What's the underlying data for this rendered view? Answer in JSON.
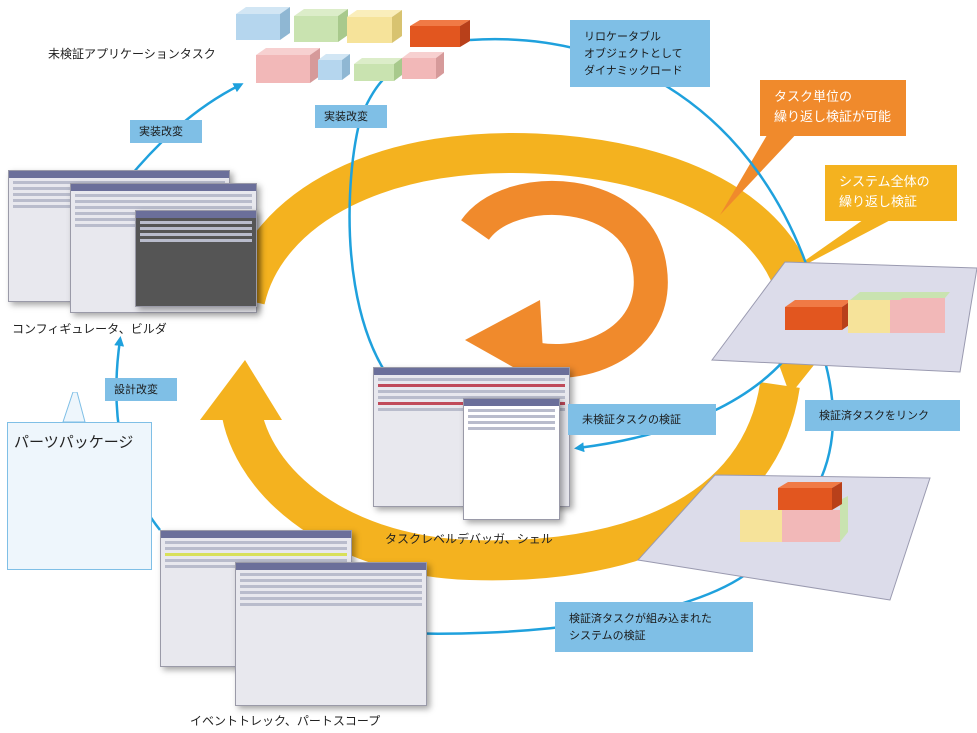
{
  "labels": {
    "untested_tasks": "未検証アプリケーションタスク",
    "configurator": "コンフィギュレータ、ビルダ",
    "debugger": "タスクレベルデバッガ、シェル",
    "event_trace": "イベントトレック、パートスコープ"
  },
  "blue_boxes": {
    "impl_change_1": "実装改変",
    "impl_change_2": "実装改変",
    "design_change": "設計改変",
    "relocatable_l1": "リロケータブル",
    "relocatable_l2": "オブジェクトとして",
    "relocatable_l3": "ダイナミックロード",
    "verify_untested": "未検証タスクの検証",
    "link_verified": "検証済タスクをリンク",
    "system_verify_l1": "検証済タスクが組み込まれた",
    "system_verify_l2": "システムの検証"
  },
  "callouts": {
    "task_repeat_l1": "タスク単位の",
    "task_repeat_l2": "繰り返し検証が可能",
    "system_repeat_l1": "システム全体の",
    "system_repeat_l2": "繰り返し検証"
  },
  "parts_package": {
    "title": "パーツパッケージ"
  },
  "colors": {
    "big_cycle": "#f4b21f",
    "small_cycle": "#f08a2c",
    "arrow_blue": "#1fa1dd",
    "box_blue": "#7fbfe6",
    "task_orange": "#e2561f",
    "task_yellow": "#f6e39a",
    "task_pink": "#f2b8b8",
    "task_green": "#c9e3b0",
    "task_blue": "#b5d6ee"
  }
}
